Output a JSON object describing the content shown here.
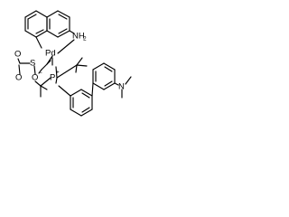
{
  "labels": {
    "nh2": "NH",
    "nh2_subscript": "2",
    "pd": "Pd",
    "sulfonyl_o_upper": "O",
    "sulfur": "S",
    "sulfonyl_o_lower": "O",
    "bridging_o": "O",
    "phosphorus": "P",
    "phosphorus_charge": "+",
    "bridging_o_charge": "−",
    "nitrogen": "N"
  },
  "colors": {
    "ink": "#000000",
    "background": "#ffffff"
  }
}
